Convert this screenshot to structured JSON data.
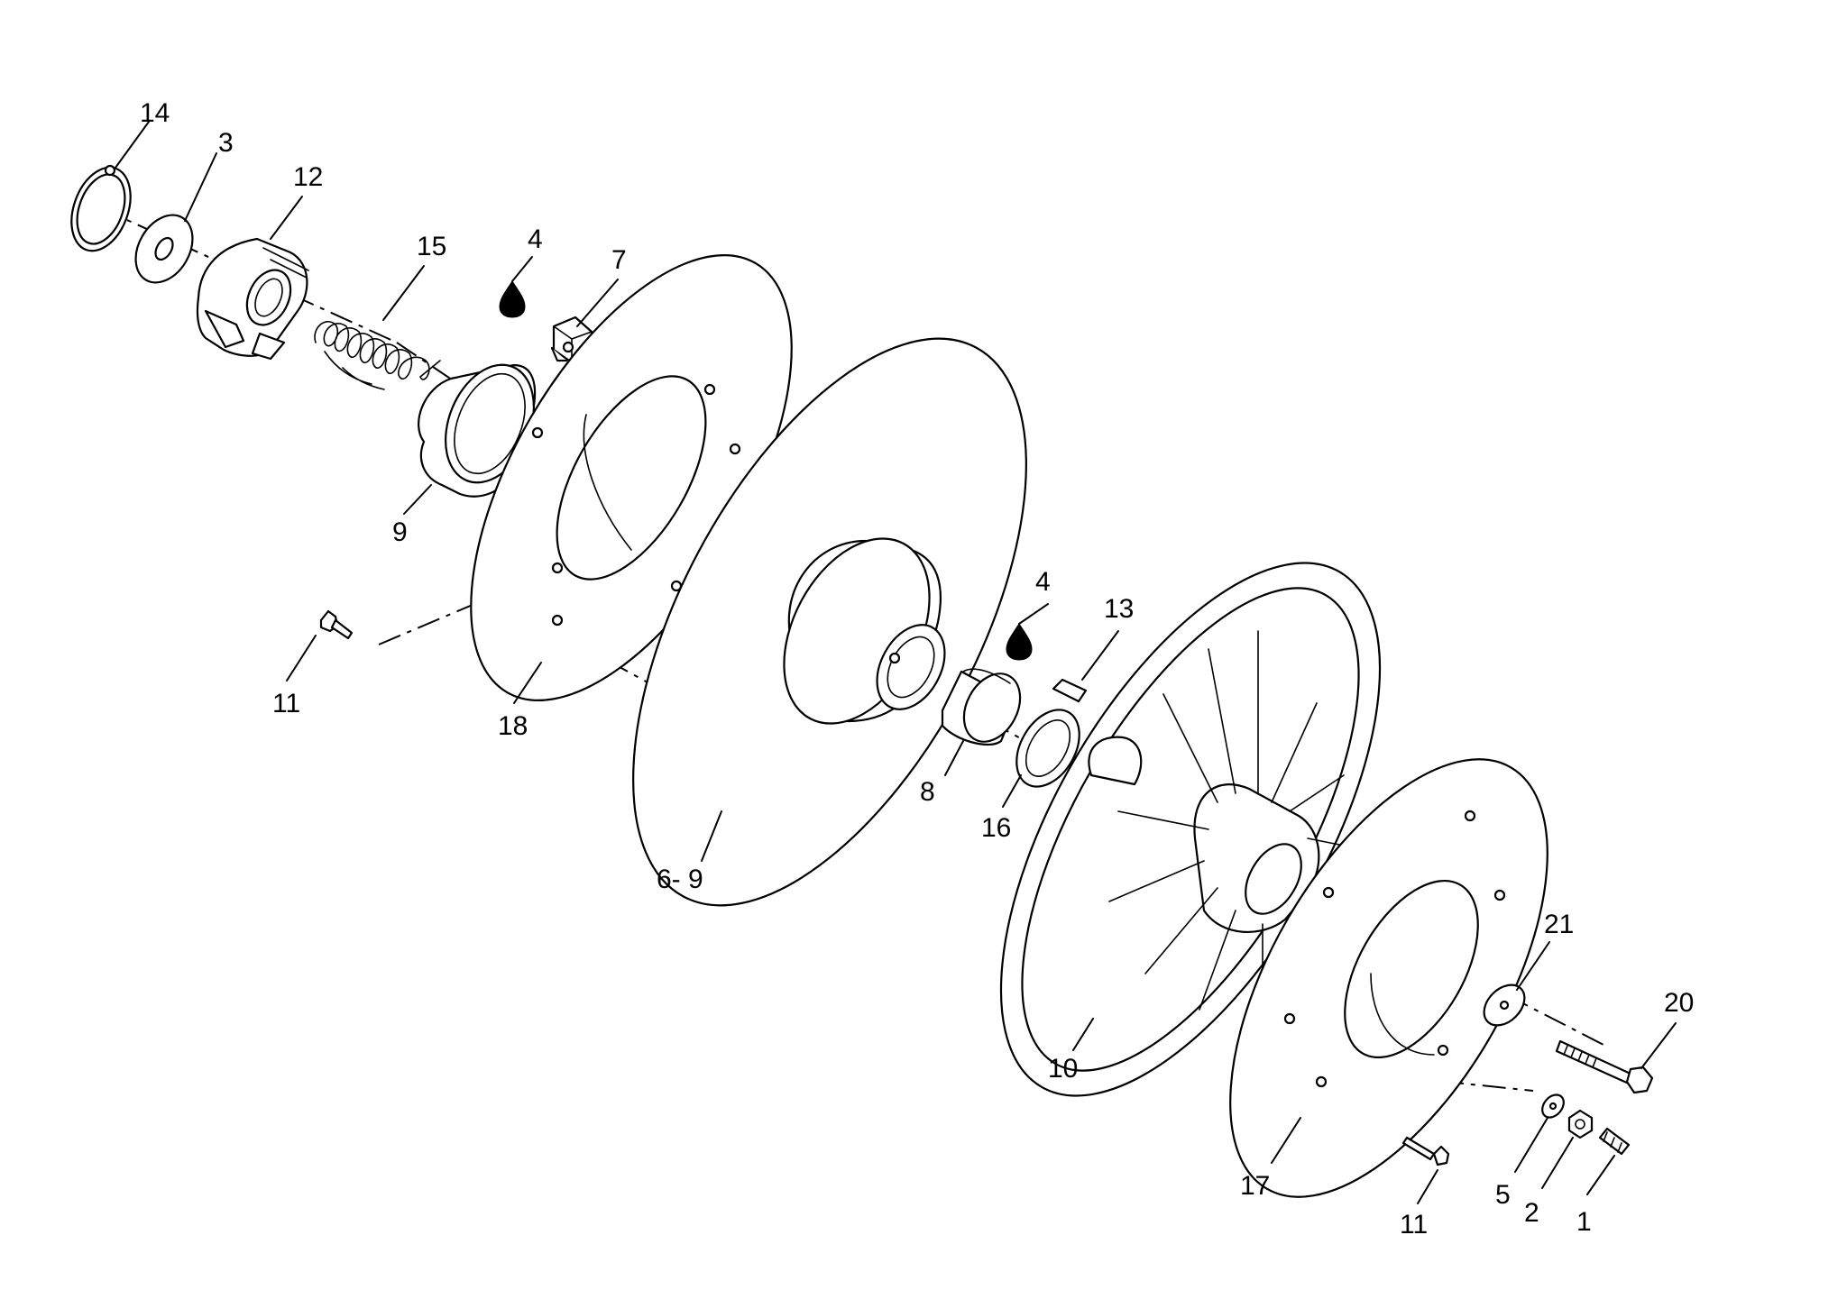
{
  "diagram": {
    "type": "exploded parts diagram",
    "callouts": [
      {
        "id": "c14",
        "label": "14"
      },
      {
        "id": "c3",
        "label": "3"
      },
      {
        "id": "c12",
        "label": "12"
      },
      {
        "id": "c15",
        "label": "15"
      },
      {
        "id": "c4a",
        "label": "4"
      },
      {
        "id": "c7",
        "label": "7"
      },
      {
        "id": "c9",
        "label": "9"
      },
      {
        "id": "c11a",
        "label": "11"
      },
      {
        "id": "c18",
        "label": "18"
      },
      {
        "id": "c4b",
        "label": "4"
      },
      {
        "id": "c13",
        "label": "13"
      },
      {
        "id": "c8",
        "label": "8"
      },
      {
        "id": "c16",
        "label": "16"
      },
      {
        "id": "c69",
        "label": "6- 9"
      },
      {
        "id": "c10",
        "label": "10"
      },
      {
        "id": "c21",
        "label": "21"
      },
      {
        "id": "c20",
        "label": "20"
      },
      {
        "id": "c17",
        "label": "17"
      },
      {
        "id": "c11b",
        "label": "11"
      },
      {
        "id": "c5",
        "label": "5"
      },
      {
        "id": "c2",
        "label": "2"
      },
      {
        "id": "c1",
        "label": "1"
      }
    ],
    "icons": [
      "oil-drop-icon",
      "oil-drop-icon"
    ]
  }
}
